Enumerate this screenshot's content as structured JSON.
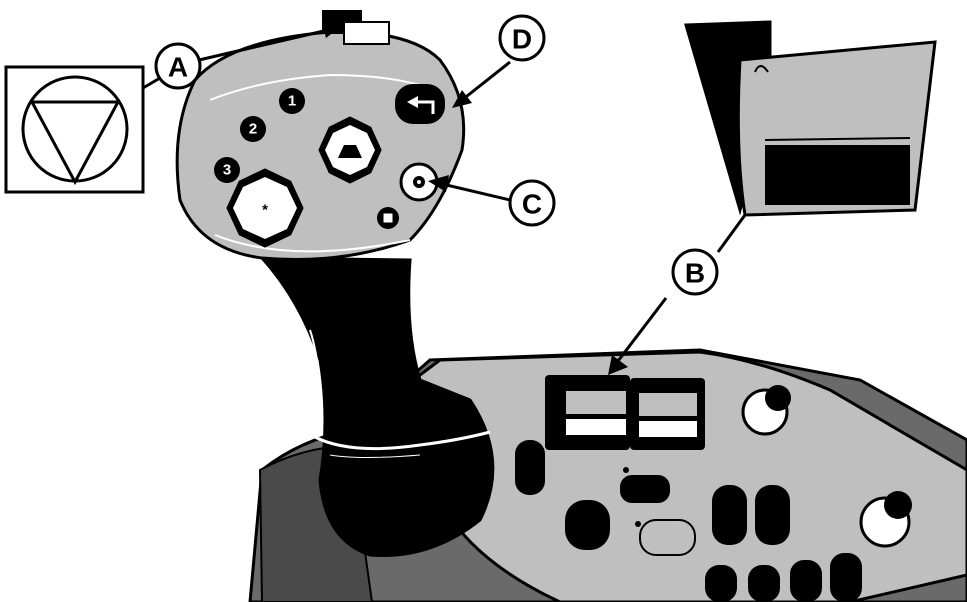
{
  "callouts": [
    {
      "id": "A",
      "label": "A"
    },
    {
      "id": "B",
      "label": "B"
    },
    {
      "id": "C",
      "label": "C"
    },
    {
      "id": "D",
      "label": "D"
    }
  ],
  "joystick_buttons": [
    {
      "label": "1"
    },
    {
      "label": "2"
    },
    {
      "label": "3"
    }
  ],
  "icons": {
    "warning_symbol": "triangle-in-circle-icon",
    "hitch_button": "hitch-icon",
    "gear_button": "gear-shift-icon",
    "reverse_button": "reverse-icon"
  },
  "colors": {
    "ink": "#000000",
    "panel": "#bfbfbf",
    "shadow": "#6a6a6a",
    "paper": "#ffffff"
  }
}
